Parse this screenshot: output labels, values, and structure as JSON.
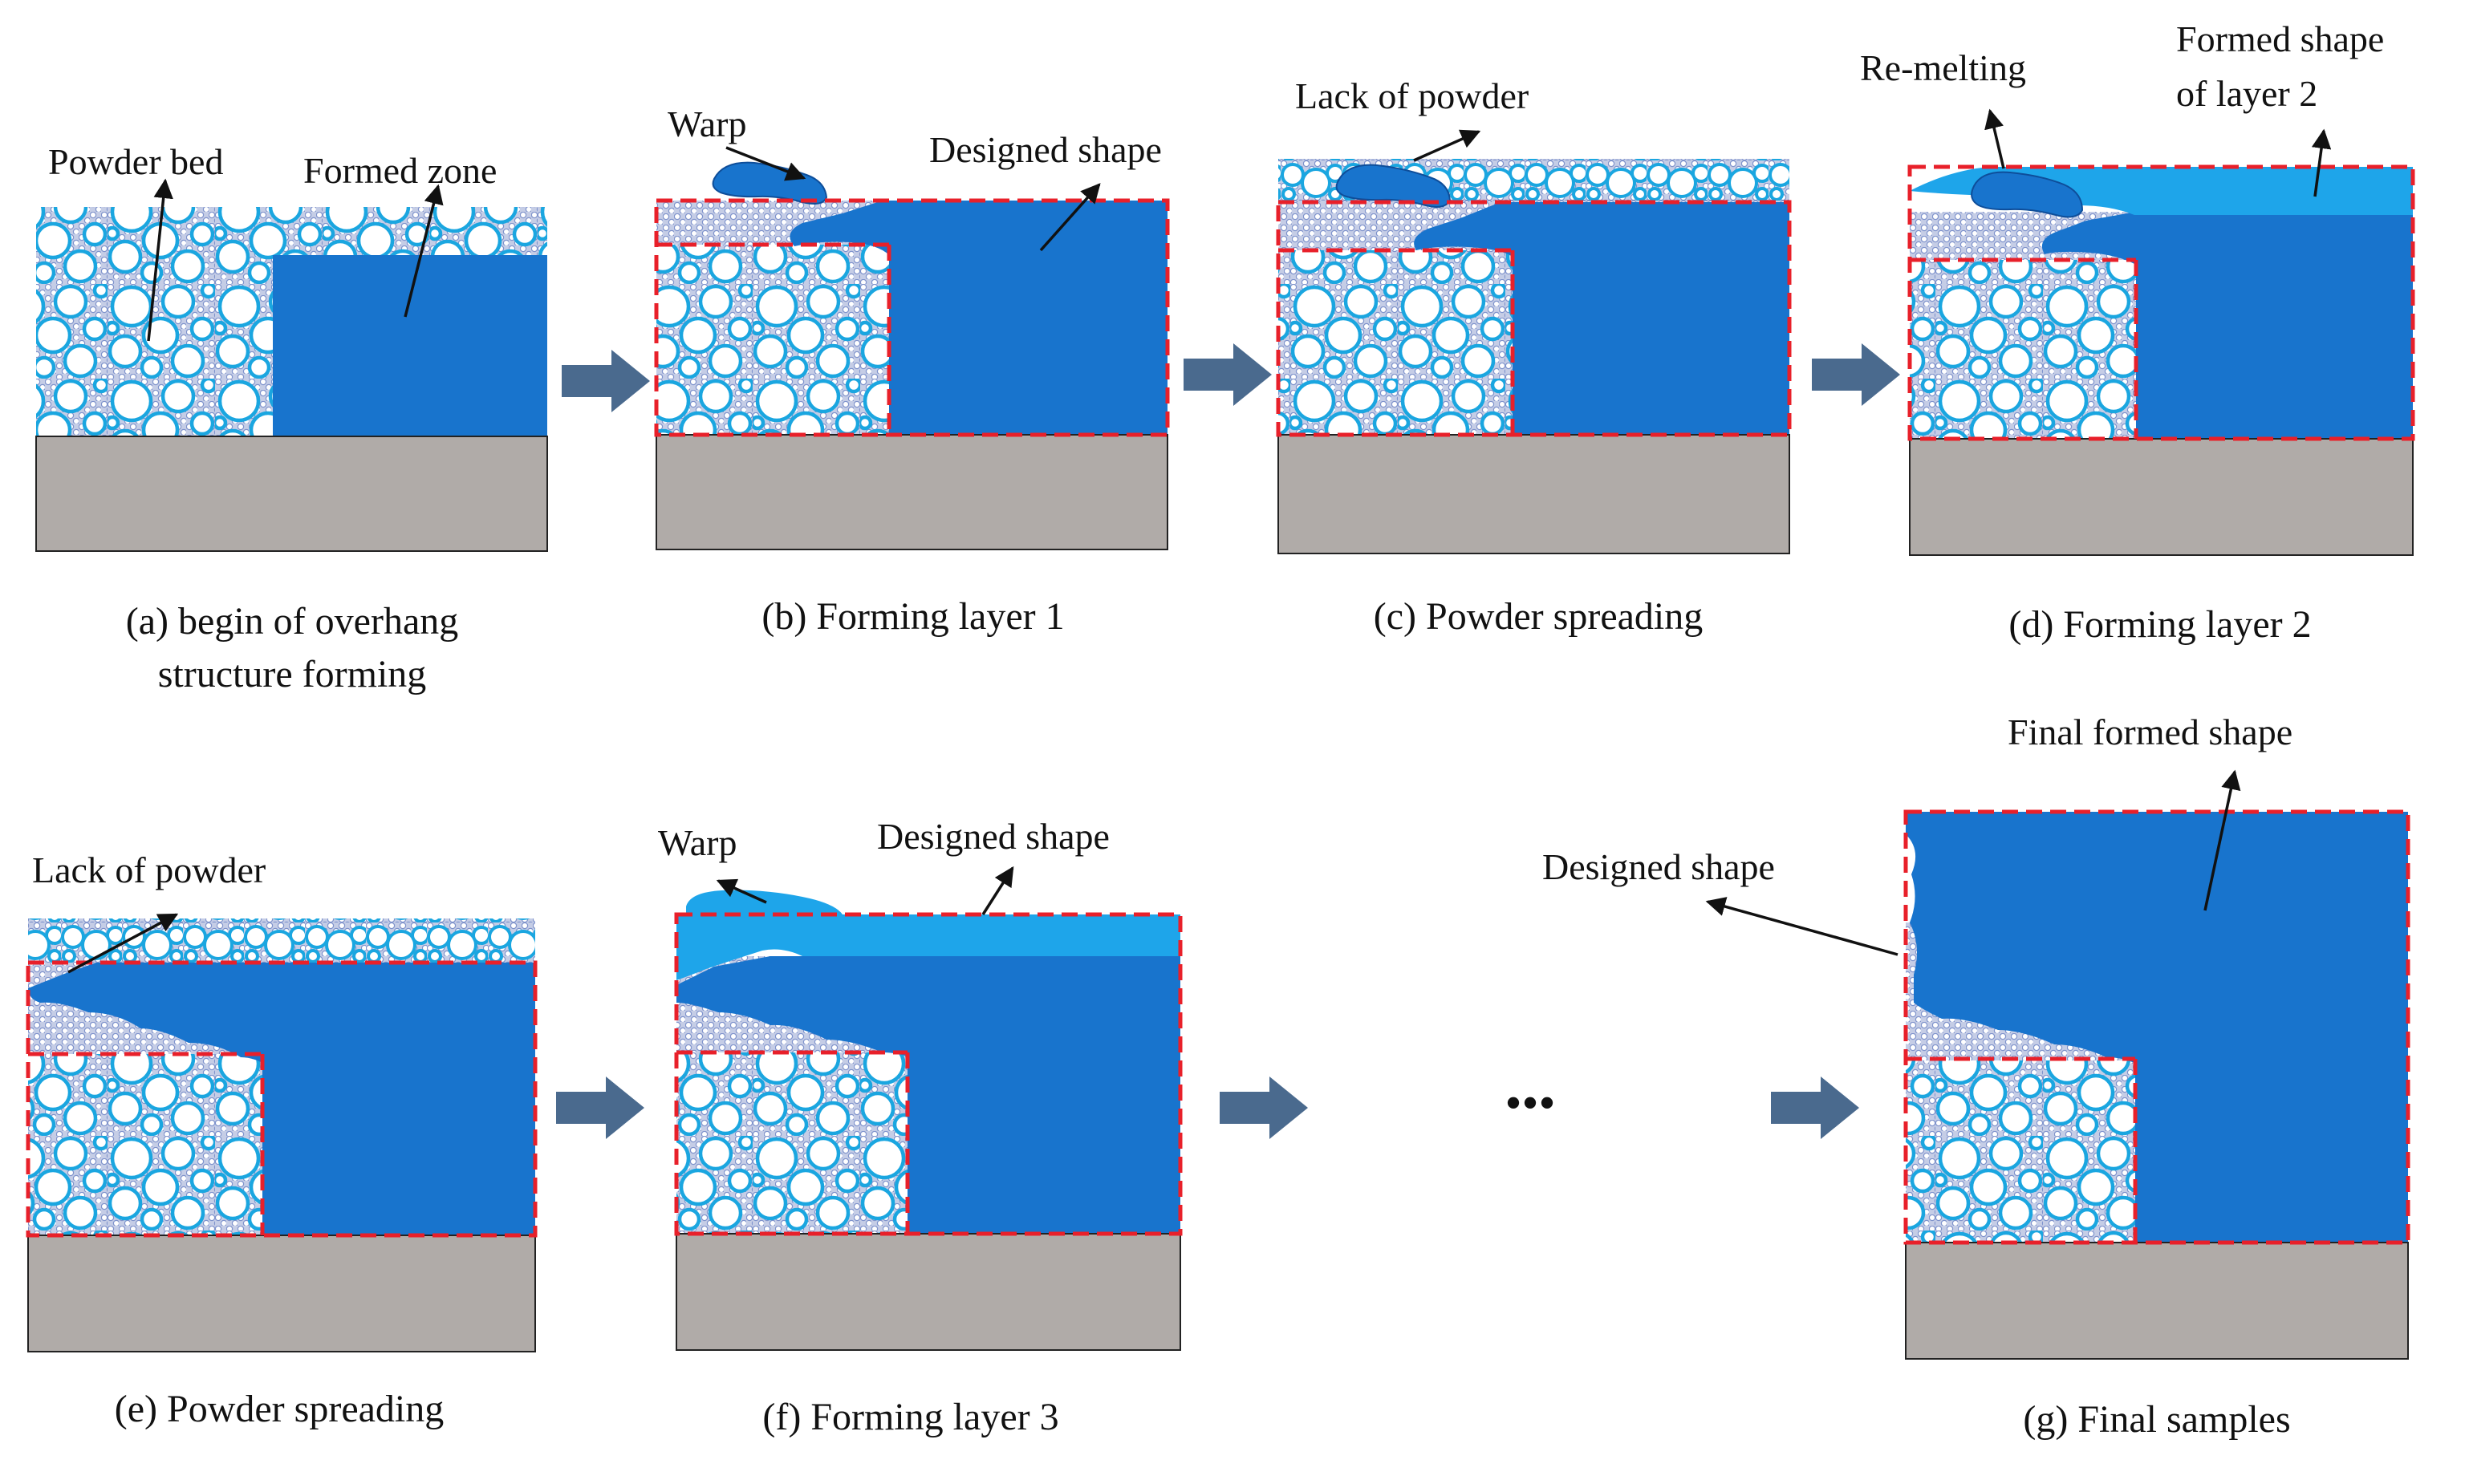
{
  "panels": [
    {
      "id": "a",
      "caption_line1": "(a) begin of overhang",
      "caption_line2": "structure forming",
      "labels": {
        "powder_bed": "Powder bed",
        "formed_zone": "Formed zone"
      }
    },
    {
      "id": "b",
      "caption": "(b) Forming layer 1",
      "labels": {
        "warp": "Warp",
        "designed_shape": "Designed shape"
      }
    },
    {
      "id": "c",
      "caption": "(c)  Powder spreading",
      "labels": {
        "lack_of_powder": "Lack of powder"
      }
    },
    {
      "id": "d",
      "caption": "(d)  Forming layer 2",
      "labels": {
        "re_melting": "Re-melting",
        "formed_shape_line1": "Formed shape",
        "formed_shape_line2": "of layer 2"
      }
    },
    {
      "id": "e",
      "caption": "(e)  Powder spreading",
      "labels": {
        "lack_of_powder": "Lack of powder"
      }
    },
    {
      "id": "f",
      "caption": "(f)  Forming layer 3",
      "labels": {
        "warp": "Warp",
        "designed_shape": "Designed shape"
      }
    },
    {
      "id": "g",
      "caption": "(g)  Final samples",
      "labels": {
        "designed_shape": "Designed shape",
        "final_formed_shape": "Final formed  shape"
      }
    }
  ],
  "ellipsis": "•••",
  "colors": {
    "formed_zone": "#1874CD",
    "new_layer": "#1E9FE8",
    "powder_stroke": "#1AA6E0",
    "powder_fill": "#ffffff",
    "fine_powder": "#C7CFE6",
    "substrate": "#B0ABA8",
    "designed_outline": "#E8202A",
    "arrow": "#4A6A8E"
  }
}
